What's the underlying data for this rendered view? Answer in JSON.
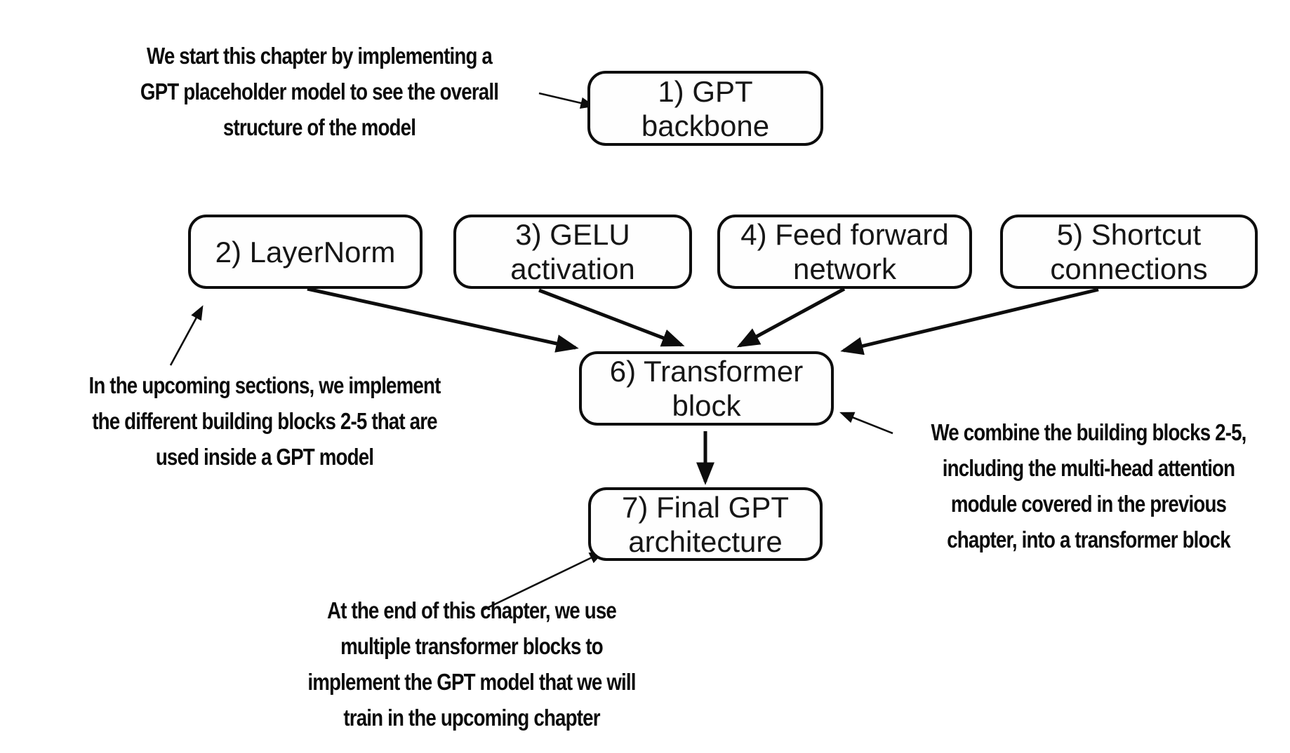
{
  "diagram": {
    "description": "Chapter overview diagram: building a GPT model from building blocks",
    "colors": {
      "background": "#ffffff",
      "ink": "#0d0d0d"
    },
    "nodes": [
      {
        "name": "gpt-backbone",
        "lines": [
          "1) GPT",
          "backbone"
        ]
      },
      {
        "name": "layernorm",
        "lines": [
          "2) LayerNorm"
        ]
      },
      {
        "name": "gelu-activation",
        "lines": [
          "3) GELU",
          "activation"
        ]
      },
      {
        "name": "feed-forward-network",
        "lines": [
          "4) Feed forward",
          "network"
        ]
      },
      {
        "name": "shortcut-connections",
        "lines": [
          "5) Shortcut",
          "connections"
        ]
      },
      {
        "name": "transformer-block",
        "lines": [
          "6) Transformer",
          "block"
        ]
      },
      {
        "name": "final-gpt-architecture",
        "lines": [
          "7) Final GPT",
          "architecture"
        ]
      }
    ],
    "annotations": [
      {
        "name": "gpt-backbone-note",
        "lines": [
          "We start this chapter by implementing a",
          "GPT placeholder model to see the overall",
          "structure of the model"
        ]
      },
      {
        "name": "building-blocks-note",
        "lines": [
          "In the upcoming sections, we implement",
          "the different building blocks 2-5 that are",
          "used inside a GPT model"
        ]
      },
      {
        "name": "transformer-block-note",
        "lines": [
          "We combine the building blocks 2-5,",
          "including the multi-head attention",
          "module covered in the previous",
          "chapter, into a transformer block"
        ]
      },
      {
        "name": "final-architecture-note",
        "lines": [
          "At the end of this chapter, we use",
          "multiple transformer blocks to",
          "implement the GPT model that we will",
          "train in the upcoming chapter"
        ]
      }
    ]
  }
}
